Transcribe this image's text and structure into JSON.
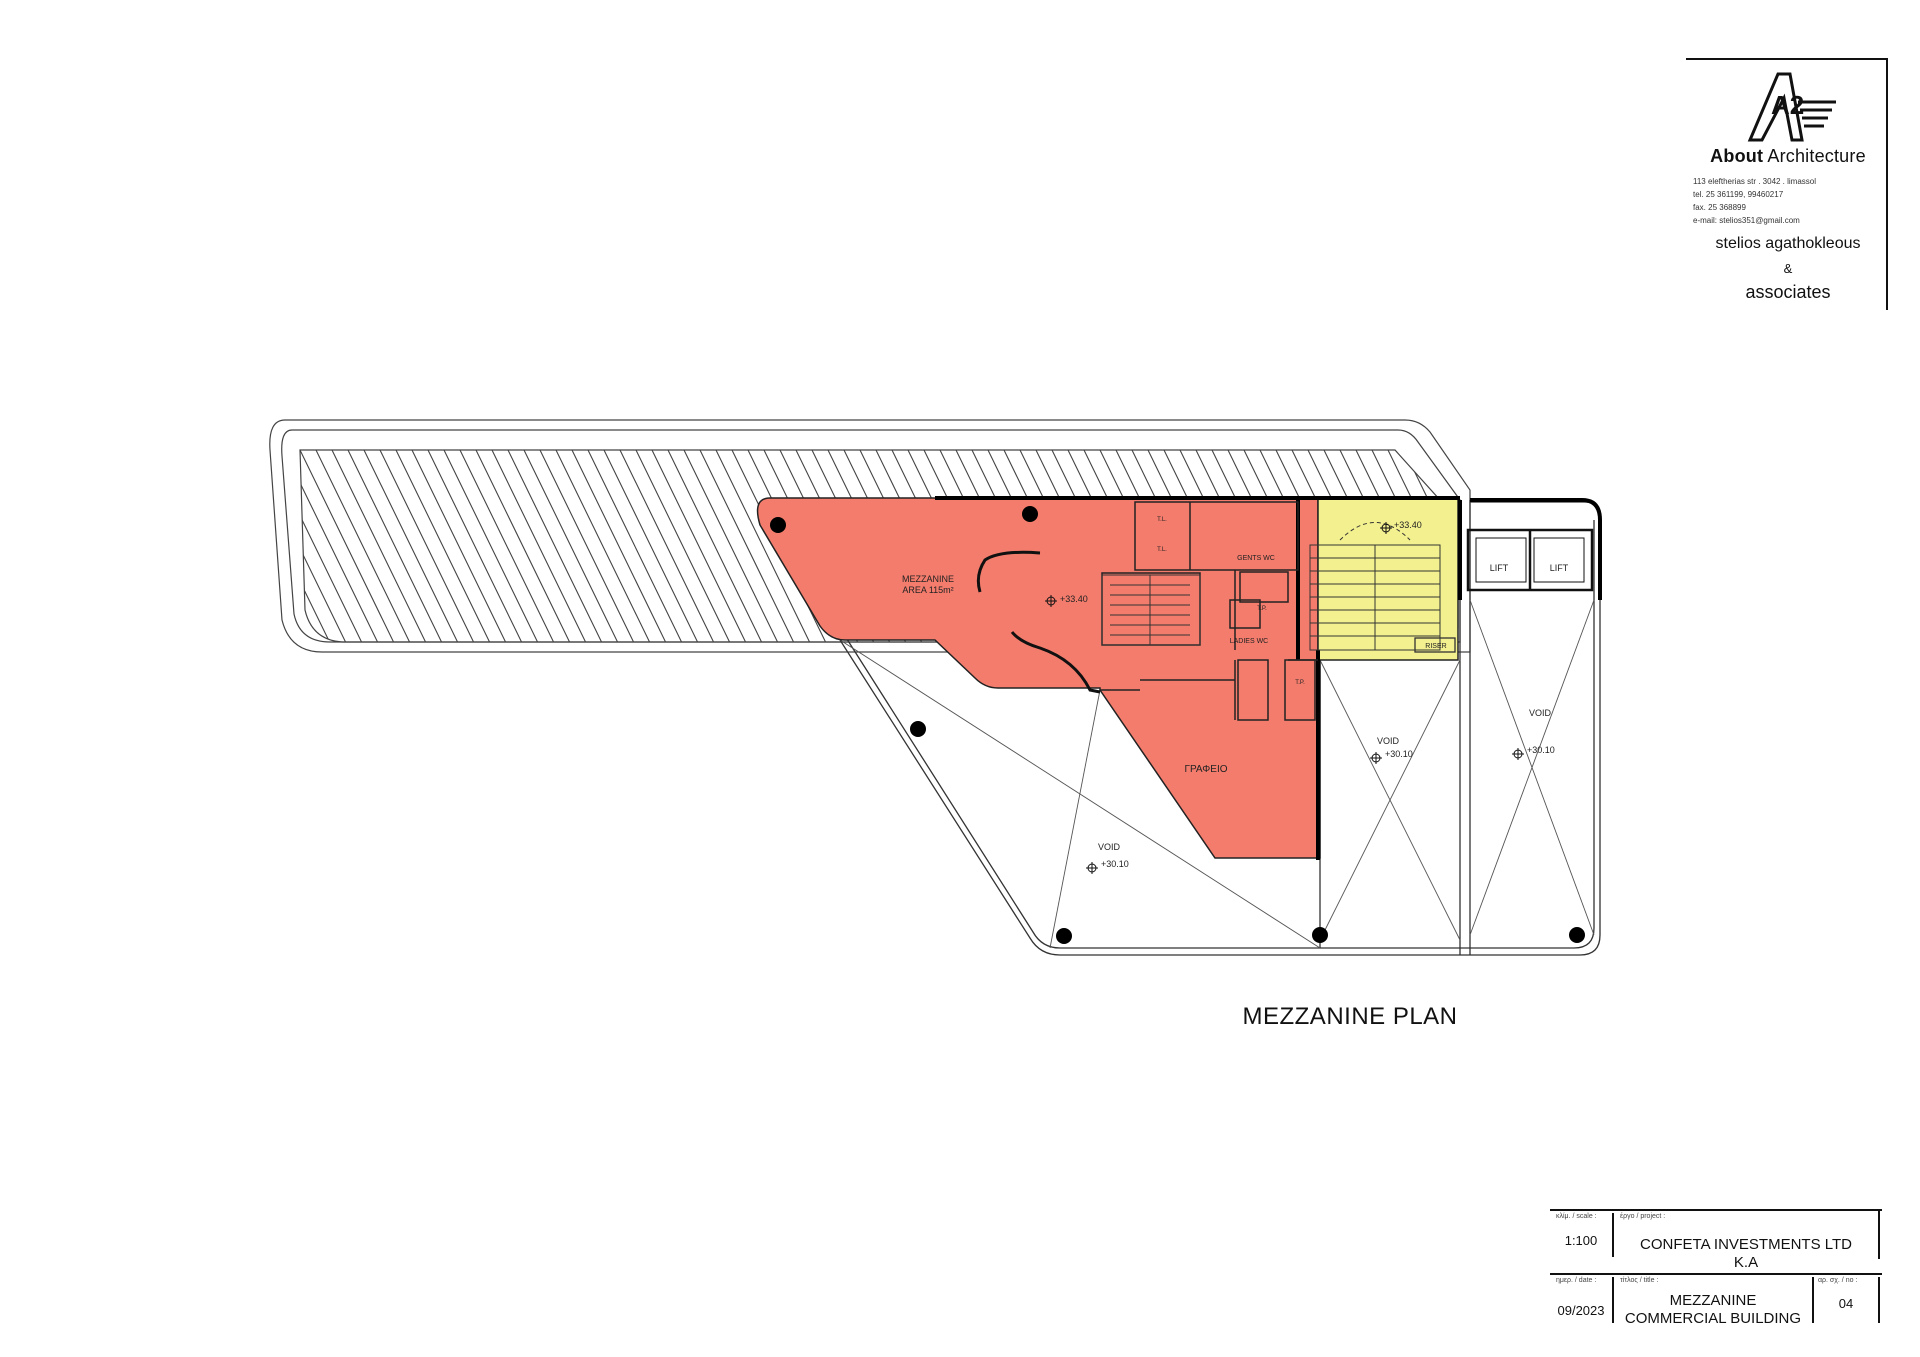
{
  "firm": {
    "name_bold": "About",
    "name_rest": " Architecture",
    "address": "113 eleftherias str . 3042 . limassol",
    "tel": "tel. 25 361199, 99460217",
    "fax": "fax. 25 368899",
    "email": "e-mail: stelios351@gmail.com",
    "partner_line1": "stelios agathokleous",
    "partner_amp": "&",
    "partner_line2": "associates",
    "logo_text": "A2"
  },
  "plan": {
    "title": "MEZZANINE PLAN",
    "mezzanine_label": "MEZZANINE",
    "mezzanine_area": "AREA 115m²",
    "office_label": "ΓΡΑΦΕΙΟ",
    "gents_wc": "GENTS WC",
    "ladies_wc": "LADIES WC",
    "wc_tag_1": "T.L.",
    "wc_tag_2": "T.L.",
    "wc_tag_3": "T.P.",
    "wc_tag_4": "T.P.",
    "level_mezz": "+33.40",
    "level_stair": "+33.40",
    "level_void_1": "+30.10",
    "level_void_2": "+30.10",
    "level_void_3": "+30.10",
    "void_1": "VOID",
    "void_2": "VOID",
    "void_3": "VOID",
    "lift_1": "LIFT",
    "lift_2": "LIFT",
    "riser": "RISER"
  },
  "info_block": {
    "scale_label": "κλίμ. / scale :",
    "scale_value": "1:100",
    "project_label": "έργο / project :",
    "project_line1": "CONFETA INVESTMENTS LTD",
    "project_line2": "K.A",
    "date_label": "ημερ. / date :",
    "date_value": "09/2023",
    "title_label": "τίτλος / title :",
    "title_line1": "MEZZANINE",
    "title_line2": "COMMERCIAL BUILDING",
    "number_label": "αρ. σχ. / no :",
    "number_value": "04"
  },
  "colors": {
    "mezzanine_fill": "#f47c6c",
    "stair_core_fill": "#f3f08f",
    "line": "#222222",
    "column": "#000000"
  }
}
